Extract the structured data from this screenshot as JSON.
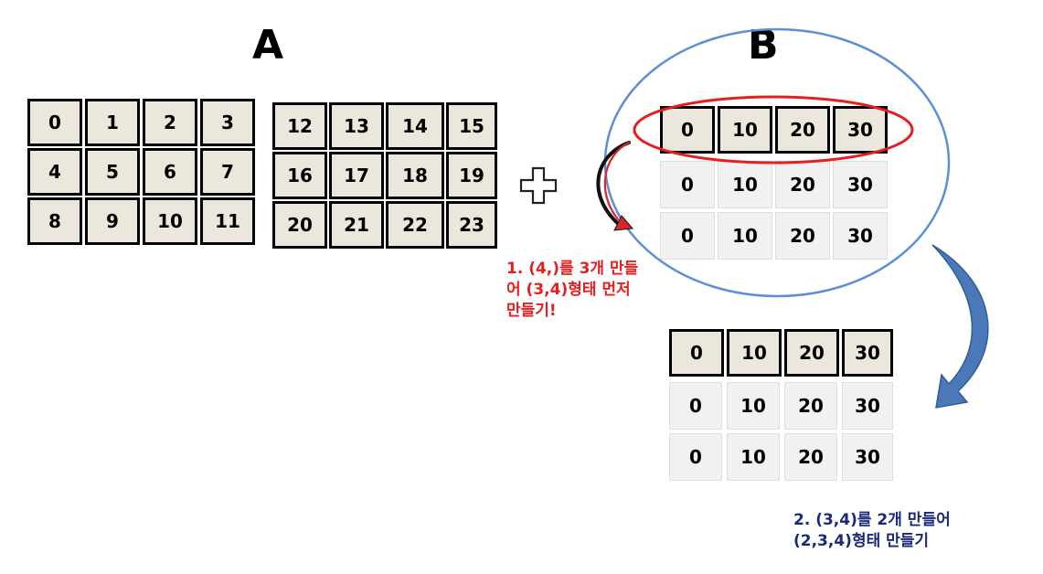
{
  "labels": {
    "a": "A",
    "b": "B"
  },
  "grid_a_left": [
    [
      "0",
      "1",
      "2",
      "3"
    ],
    [
      "4",
      "5",
      "6",
      "7"
    ],
    [
      "8",
      "9",
      "10",
      "11"
    ]
  ],
  "grid_a_right": [
    [
      "12",
      "13",
      "14",
      "15"
    ],
    [
      "16",
      "17",
      "18",
      "19"
    ],
    [
      "20",
      "21",
      "22",
      "23"
    ]
  ],
  "grid_b_top": {
    "row0": [
      "0",
      "10",
      "20",
      "30"
    ],
    "row1": [
      "0",
      "10",
      "20",
      "30"
    ],
    "row2": [
      "0",
      "10",
      "20",
      "30"
    ]
  },
  "grid_b_bottom": {
    "row0": [
      "0",
      "10",
      "20",
      "30"
    ],
    "row1": [
      "0",
      "10",
      "20",
      "30"
    ],
    "row2": [
      "0",
      "10",
      "20",
      "30"
    ]
  },
  "notes": {
    "step1": [
      "1. (4,)를 3개 만들",
      "어 (3,4)형태 먼저",
      "만들기!"
    ],
    "step2": [
      "2. (3,4)를 2개 만들어",
      "(2,3,4)형태 만들기"
    ]
  },
  "colors": {
    "dark_cell_fill": "#ebe7dc",
    "light_cell_fill": "#f1f1f1",
    "red_ellipse": "#e81e1e",
    "blue_ellipse": "#5b8fd6",
    "blue_arrow": "#4a78b8",
    "red_note": "#e81e1e",
    "blue_note": "#1a2a7a"
  },
  "icons": {
    "plus": "plus-outline-icon",
    "curved_arrow_red": "curved-arrow-icon",
    "curved_arrow_blue": "curved-arrow-icon"
  }
}
